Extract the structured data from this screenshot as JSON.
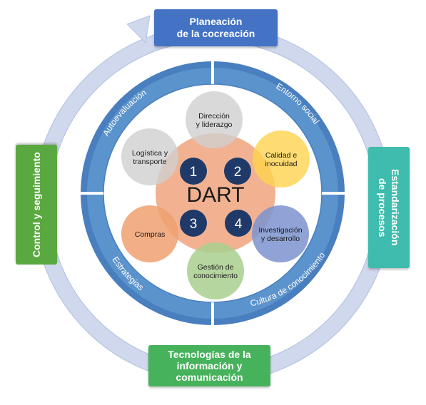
{
  "colors": {
    "outer_arrow": "#cfd8ec",
    "outer_arrow_edge": "#b8c4e2",
    "ring": "#5b93cd",
    "ring_dark": "#4a7fbf",
    "ring_inner": "#ffffff",
    "center_fill": "#f1aa86",
    "center_text": "#1a1a1a",
    "num_circle": "#1f3a68",
    "box_blue": "#4472c4",
    "box_teal": "#3fbcad",
    "box_green": "#47b25c",
    "box_green2": "#5aa840"
  },
  "outer_boxes": {
    "top": "Planeación\nde la cocreación",
    "right": "Estandarización\nde procesos",
    "bottom": "Tecnologías de la\ninformación y\ncomunicación",
    "left": "Control y seguimiento"
  },
  "ring_labels": {
    "top_left": "Autoevaluación",
    "top_right": "Entorno social",
    "bottom_left": "Estrategias",
    "bottom_right": "Cultura de conocimiento"
  },
  "center": {
    "label": "DART"
  },
  "numbers": [
    "1",
    "2",
    "3",
    "4"
  ],
  "petals": [
    {
      "label": "Dirección\ny liderazgo",
      "color": "#cfcfcf",
      "alpha": 0.8,
      "icon": "none"
    },
    {
      "label": "Calidad e\ninocuidad",
      "color": "#ffd34d",
      "alpha": 0.8,
      "icon": "none"
    },
    {
      "label": "Investigación\ny desarrollo",
      "color": "#7d93cf",
      "alpha": 0.85,
      "icon": "none"
    },
    {
      "label": "Gestión de\nconocimiento",
      "color": "#a9cf8e",
      "alpha": 0.85,
      "icon": "none"
    },
    {
      "label": "Compras",
      "color": "#f0a070",
      "alpha": 0.85,
      "icon": "none"
    },
    {
      "label": "Logística y\ntransporte",
      "color": "#cfcfcf",
      "alpha": 0.8,
      "icon": "none"
    }
  ]
}
